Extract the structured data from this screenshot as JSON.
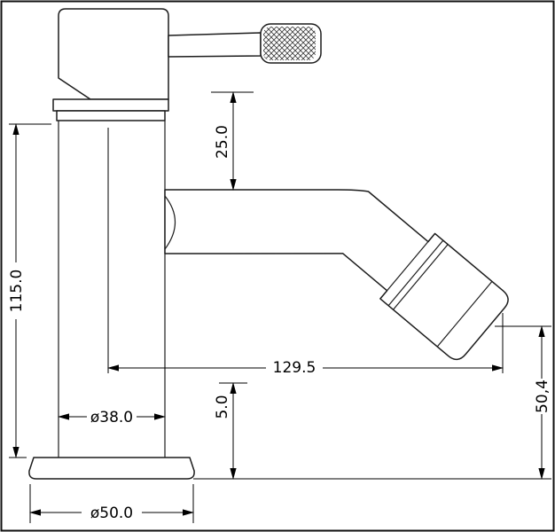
{
  "page": {
    "background_color": "#ffffff",
    "line_color": "#1c1c1c",
    "title": "Technical dimension drawing - single lever bidet mixer tap, side view"
  },
  "dimensions": {
    "body_height": {
      "label": "115.0"
    },
    "spout_top_offset": {
      "label": "25.0"
    },
    "spout_reach": {
      "label": "129.5"
    },
    "base_plate": {
      "label": "5.0"
    },
    "outlet_height": {
      "label": "50,4"
    },
    "body_diameter": {
      "label": "ø38.0"
    },
    "base_diameter": {
      "label": "ø50.0"
    }
  }
}
